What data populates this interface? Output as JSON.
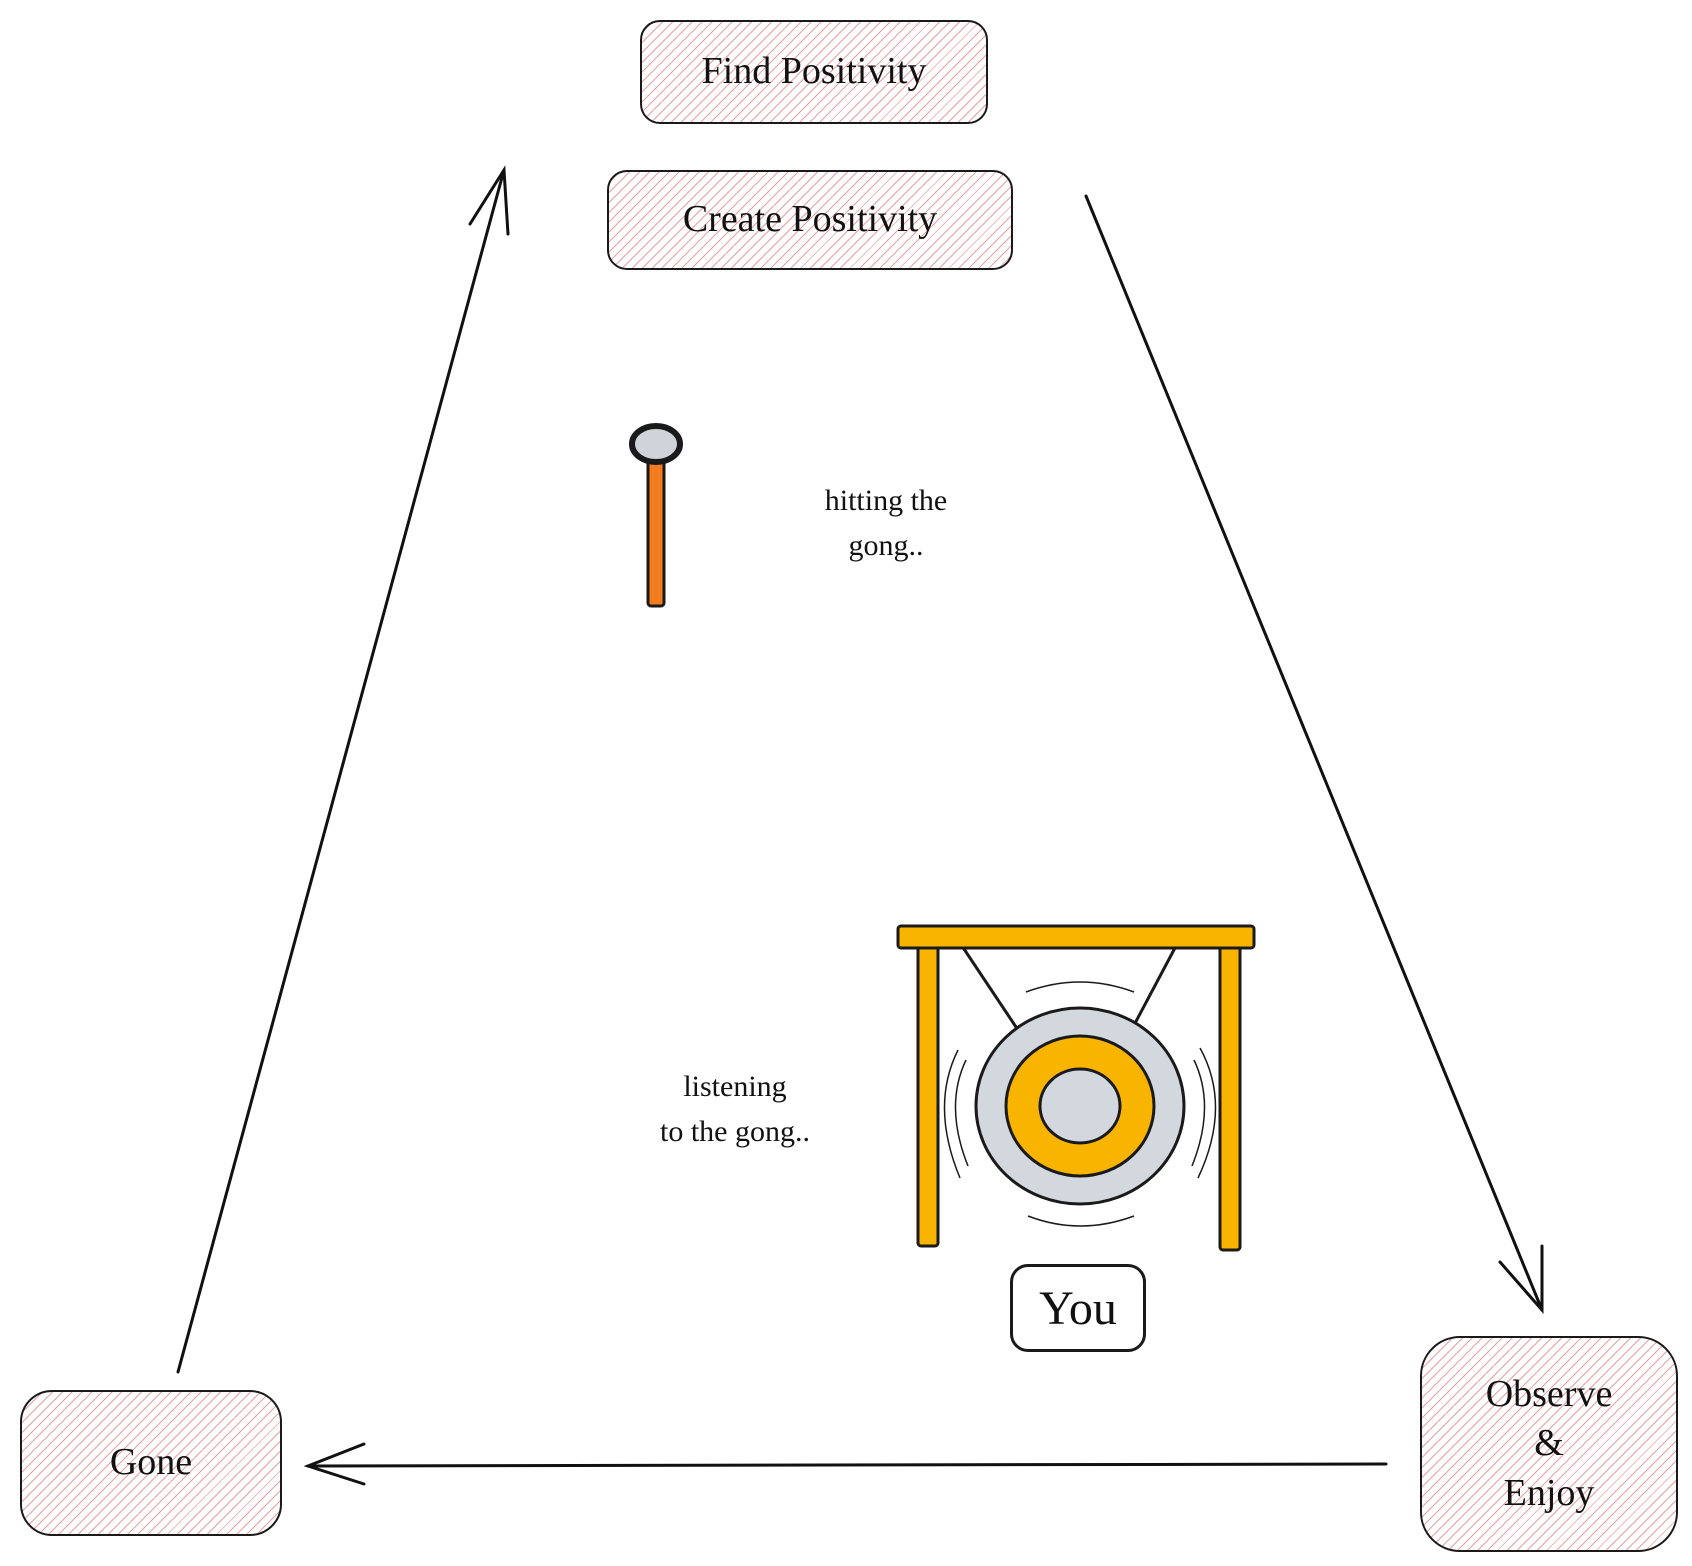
{
  "nodes": {
    "find_positivity": "Find Positivity",
    "create_positivity": "Create Positivity",
    "gone": "Gone",
    "observe": [
      "Observe",
      "&",
      "Enjoy"
    ]
  },
  "captions": {
    "hitting": [
      "hitting the",
      "gong.."
    ],
    "listening": [
      "listening",
      "to the gong.."
    ]
  },
  "you_label": "You",
  "icons": {
    "mallet": "gong-mallet-icon",
    "gong": "gong-icon"
  },
  "colors": {
    "hatch": "#dc505a",
    "stroke": "#1a1a1a",
    "mallet_handle": "#f47c20",
    "mallet_head": "#cfd3da",
    "gong_frame": "#f9b400",
    "gong_outer": "#d3d7de",
    "gong_ring": "#f9b400",
    "gong_center": "#d3d7de"
  }
}
